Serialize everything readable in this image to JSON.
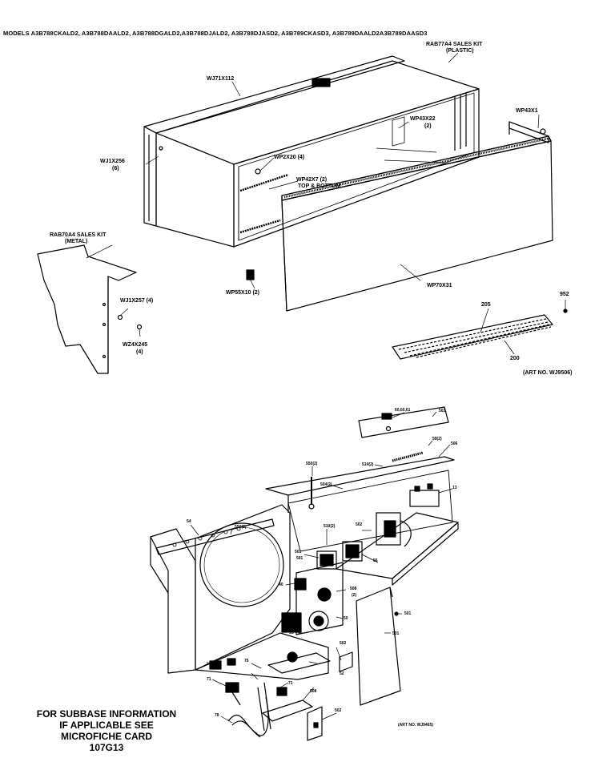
{
  "header": {
    "models": "MODELS A3B788CKALD2, A3B788DAALD2, A3B788DGALD2,A3B788DJALD2, A3B788DJASD2, A3B789CKASD3, A3B789DAALD2A3B789DAASD3"
  },
  "labels": {
    "rab77a4": "RAB77A4 SALES KIT",
    "rab77a4_sub": "(PLASTIC)",
    "wj71x112": "WJ71X112",
    "wp43x1": "WP43X1",
    "wp43x22": "WP43X22",
    "wp43x22_qty": "(2)",
    "wj1x256": "WJ1X256",
    "wj1x256_qty": "(6)",
    "wp2x20": "WP2X20 (4)",
    "wp42x7": "WP42X7 (2)",
    "wp42x7_sub": "TOP & BOTTOM",
    "rab70a4": "RAB70A4 SALES KIT",
    "rab70a4_sub": "(METAL)",
    "wp55x10": "WP55X10 (2)",
    "wp70x31": "WP70X31",
    "wj1x257": "WJ1X257 (4)",
    "wz4x245": "WZ4X245",
    "wz4x245_qty": "(4)",
    "p952": "952",
    "p205": "205",
    "p200": "200",
    "art1": "(ART NO. WJ9506)",
    "art2": "(ART NO. WJ9465)"
  },
  "parts": {
    "p1": "60,60,61",
    "p2": "503",
    "p3": "59(2)",
    "p4": "506",
    "p5": "550(2)",
    "p6": "514(2)",
    "p7": "504(2)",
    "p8": "13",
    "p9": "54",
    "p10": "550(8)",
    "p11": "510(2)",
    "p12": "502",
    "p13": "501",
    "p14": "501",
    "p15": "56",
    "p16": "40",
    "p17": "508",
    "p18": "(2)",
    "p19": "50",
    "p20": "501",
    "p21": "55",
    "p22": "501",
    "p23": "502",
    "p24": "52",
    "p25": "75",
    "p26": "71",
    "p27": "71",
    "p28": "508",
    "p29": "78",
    "p30": "502"
  },
  "note": {
    "line1": "FOR SUBBASE INFORMATION",
    "line2": "IF APPLICABLE SEE",
    "line3": "MICROFICHE CARD",
    "line4": "107G13"
  }
}
